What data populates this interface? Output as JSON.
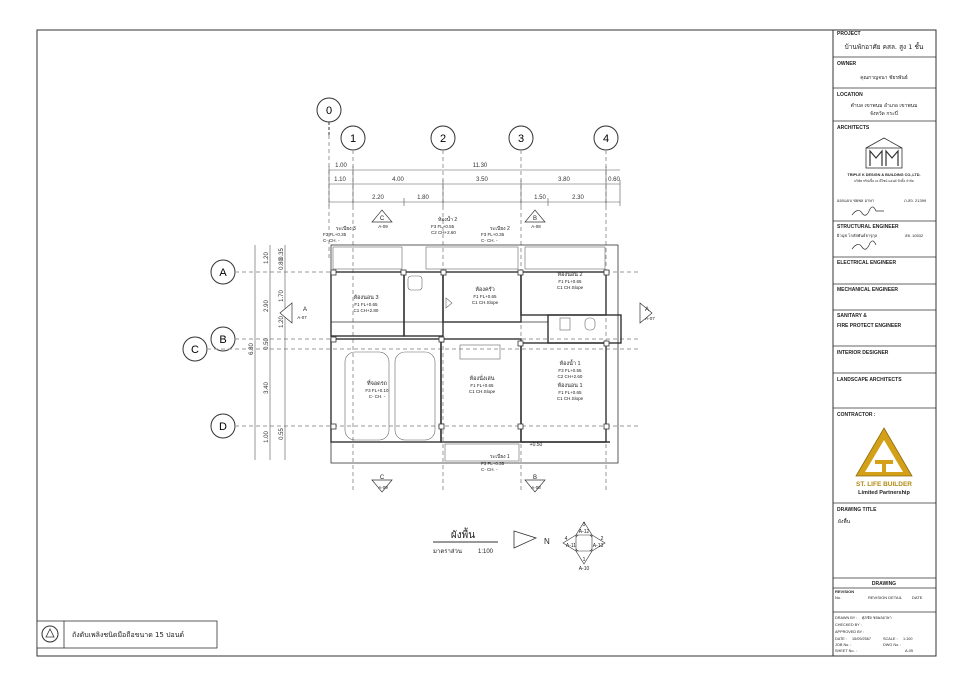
{
  "plan": {
    "title": "ผังพื้น",
    "scale_label": "มาตราส่วน",
    "scale_value": "1:100",
    "north": "N",
    "grid_columns": [
      "0",
      "1",
      "2",
      "3",
      "4"
    ],
    "grid_rows": [
      "A",
      "B",
      "C",
      "D"
    ],
    "top_dims_1": [
      "1.00",
      "11.30"
    ],
    "top_dims_2": [
      "1.10",
      "4.00",
      "3.50",
      "3.80",
      "0.60"
    ],
    "top_dims_3": [
      "2.20",
      "1.80",
      "1.50",
      "2.30"
    ],
    "side_dims": [
      "1.20",
      "0.80",
      "0.35",
      "1.70",
      "2.90",
      "1.20",
      "0.50",
      "6.80",
      "3.40",
      "1.00",
      "0.55"
    ],
    "section_marks": [
      {
        "letter": "C",
        "ref": "A-09"
      },
      {
        "letter": "B",
        "ref": "A-08"
      },
      {
        "letter": "A",
        "ref": "A-07"
      },
      {
        "letter": "A",
        "ref": "A-07"
      },
      {
        "letter": "C",
        "ref": "A-09"
      },
      {
        "letter": "B",
        "ref": "A-08"
      }
    ],
    "rooms": [
      {
        "name": "ห้องนอน 3",
        "l1": "F1  FL+0.65",
        "l2": "C1  CH+2.80"
      },
      {
        "name": "ห้องครัว",
        "l1": "F1  FL+0.65",
        "l2": "C1  CH.Slope"
      },
      {
        "name": "ห้องนอน 2",
        "l1": "F1  FL+0.65",
        "l2": "C1  CH.Slope"
      },
      {
        "name": "ห้องน้ำ 1",
        "l1": "F3  FL+0.55",
        "l2": "C2  CH+2.60"
      },
      {
        "name": "ห้องนอน 1",
        "l1": "F1  FL+0.65",
        "l2": "C1  CH.Slope"
      },
      {
        "name": "ห้องนั่งเล่น",
        "l1": "F1  FL+0.65",
        "l2": "C1  CH.Slope"
      },
      {
        "name": "ที่จอดรถ",
        "l1": "F3  FL+0.10",
        "l2": "C-  CH. -"
      }
    ],
    "balconies": [
      {
        "name": "ระเบียง 3",
        "l1": "F3  FL+0.35",
        "l2": "C-  CH. -"
      },
      {
        "name": "ห้องน้ำ 2",
        "l1": "F3  FL+0.55",
        "l2": "C2  CH+2.60"
      },
      {
        "name": "ระเบียง 2",
        "l1": "F3  FL+0.35",
        "l2": "C-  CH. -"
      },
      {
        "name": "ระเบียง 1",
        "l1": "F3  FL+0.35",
        "l2": "C-  CH. -"
      }
    ],
    "compass": [
      "3",
      "A-12",
      "A-11",
      "4",
      "2",
      "A-13",
      "1",
      "A-10"
    ],
    "level_mark": "+0.50"
  },
  "note": "ถังดับเพลิงชนิดมือถือขนาด 15 ปอนด์",
  "title_block": {
    "project_label": "PROJECT",
    "project_value": "บ้านพักอาศัย คสล. สูง 1 ชั้น",
    "owner_label": "OWNER",
    "owner_value": "คุณกาญจนา ชัยรพันธ์",
    "location_label": "LOCATION",
    "location_value_1": "ตำบล เขาพนม อำเภอ เขาพนม",
    "location_value_2": "จังหวัด กระบี่",
    "architects_label": "ARCHITECTS",
    "firm_name": "TRIPLE K DESIGN & BUILDING CO.,LTD.",
    "firm_sub": "บริษัท ทริปเปิ้ล เค ดีไซน์ แอนด์ บิวดิ้ง จำกัด",
    "architect_line": "ออกแบบ  ชยพล อาษา",
    "architect_license": "ภ-สถ. 21399",
    "structural_label": "STRUCTURAL ENGINEER",
    "structural_line": "ผิวนุช  โกสัยพันธ์ธารุกุล",
    "structural_license": "สย. 10532",
    "electrical_label": "ELECTRICAL ENGINEER",
    "mechanical_label": "MECHANICAL ENGINEER",
    "sanitary_label": "SANITARY  &",
    "fire_label": "FIRE PROTECT ENGINEER",
    "interior_label": "INTERIOR DESIGNER",
    "landscape_label": "LANDSCAPE ARCHITECTS",
    "contractor_label": "CONTRACTOR :",
    "contractor_name": "ST. LIFE BUILDER",
    "contractor_sub": "Limited Partnership",
    "drawing_title_label": "DRAWING TITLE",
    "drawing_title_value": "ผังพื้น",
    "drawing_label": "DRAWING",
    "revision_label": "REVISION",
    "rev_no": "No.",
    "rev_detail": "REVISION DETAIL",
    "rev_date": "DATE",
    "drawn_by": "DRAWN BY :",
    "drawn_by_value": "ศุภชัย  ชยพลอาษา",
    "checked_by": "CHECKED BY :",
    "approved_by": "APPROVED BY :",
    "date_label": "DATE :",
    "date_value": "15/09/2567",
    "scale_label": "SCALE :",
    "scale_value": "1:100",
    "job_no": "JOB No. :",
    "dwg_no": "DWG No. :",
    "sheet_no": "SHEET No. :",
    "page_no": "A-05"
  },
  "colors": {
    "line": "#333333",
    "light": "#888888",
    "gold": "#d4a017",
    "red": "#c0392b"
  }
}
